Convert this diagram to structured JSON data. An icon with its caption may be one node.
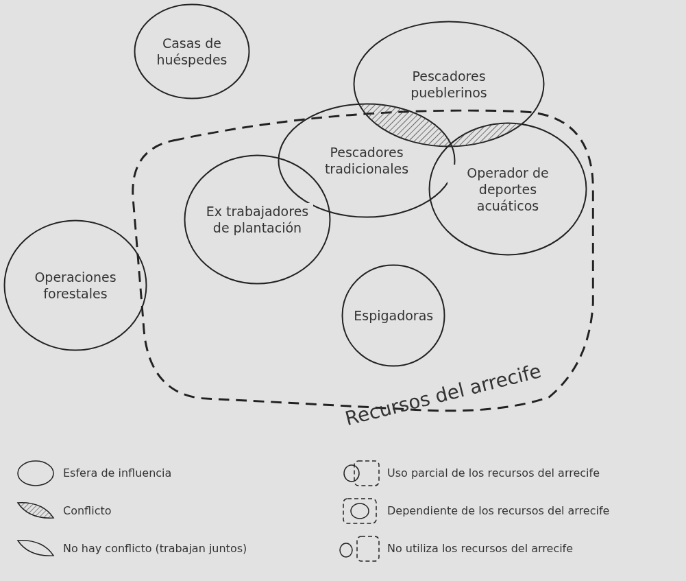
{
  "diagram": {
    "nodes": [
      {
        "text": [
          "Recursos del arrecife"
        ]
      },
      {
        "text": [
          "Casas de huéspedes"
        ]
      },
      {
        "text": [
          "Pescadores pueblerinos"
        ]
      },
      {
        "text": [
          "Pescadores tradicionales"
        ],
        "in": 0
      },
      {
        "text": [
          "Operador de deportes acuáticos"
        ],
        "in": 0
      },
      {
        "text": [
          "Ex trabajadores de plantación"
        ],
        "in": 0
      },
      {
        "text": [
          "Operaciones forestales"
        ]
      },
      {
        "text": [
          "Espigadoras"
        ],
        "in": 0
      },
      {
        "text": [],
        "shape": "lens"
      },
      {
        "text": [],
        "shape": "lens"
      }
    ],
    "legend": [
      {
        "text": "Esfera de influencia"
      },
      {
        "text": "Conflicto"
      },
      {
        "text": "No hay conflicto (trabajan juntos)"
      },
      {
        "text": "Uso parcial de los recursos del arrecife"
      },
      {
        "text": "Dependiente de los recursos del arrecife"
      },
      {
        "text": "No utiliza los recursos del arrecife"
      }
    ]
  }
}
